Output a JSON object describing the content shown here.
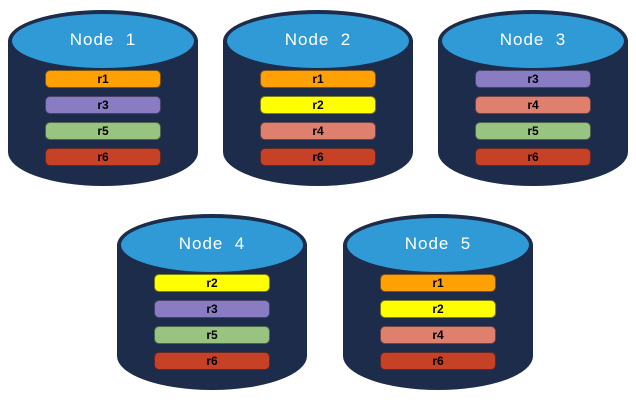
{
  "nodes": [
    {
      "label": "Node  1",
      "replicas": [
        "r1",
        "r3",
        "r5",
        "r6"
      ]
    },
    {
      "label": "Node  2",
      "replicas": [
        "r1",
        "r2",
        "r4",
        "r6"
      ]
    },
    {
      "label": "Node  3",
      "replicas": [
        "r3",
        "r4",
        "r5",
        "r6"
      ]
    },
    {
      "label": "Node  4",
      "replicas": [
        "r2",
        "r3",
        "r5",
        "r6"
      ]
    },
    {
      "label": "Node  5",
      "replicas": [
        "r1",
        "r2",
        "r4",
        "r6"
      ]
    }
  ],
  "colors": {
    "cylinder_body": "#1D2C4B",
    "cylinder_top": "#2F9AD6",
    "title_text": "#FFFFFF",
    "bar_text": "#000000",
    "replicas": {
      "r1": "#FFA104",
      "r2": "#FFFF00",
      "r3": "#8A7CC3",
      "r4": "#DF7F6E",
      "r5": "#98C380",
      "r6": "#C74126"
    }
  }
}
